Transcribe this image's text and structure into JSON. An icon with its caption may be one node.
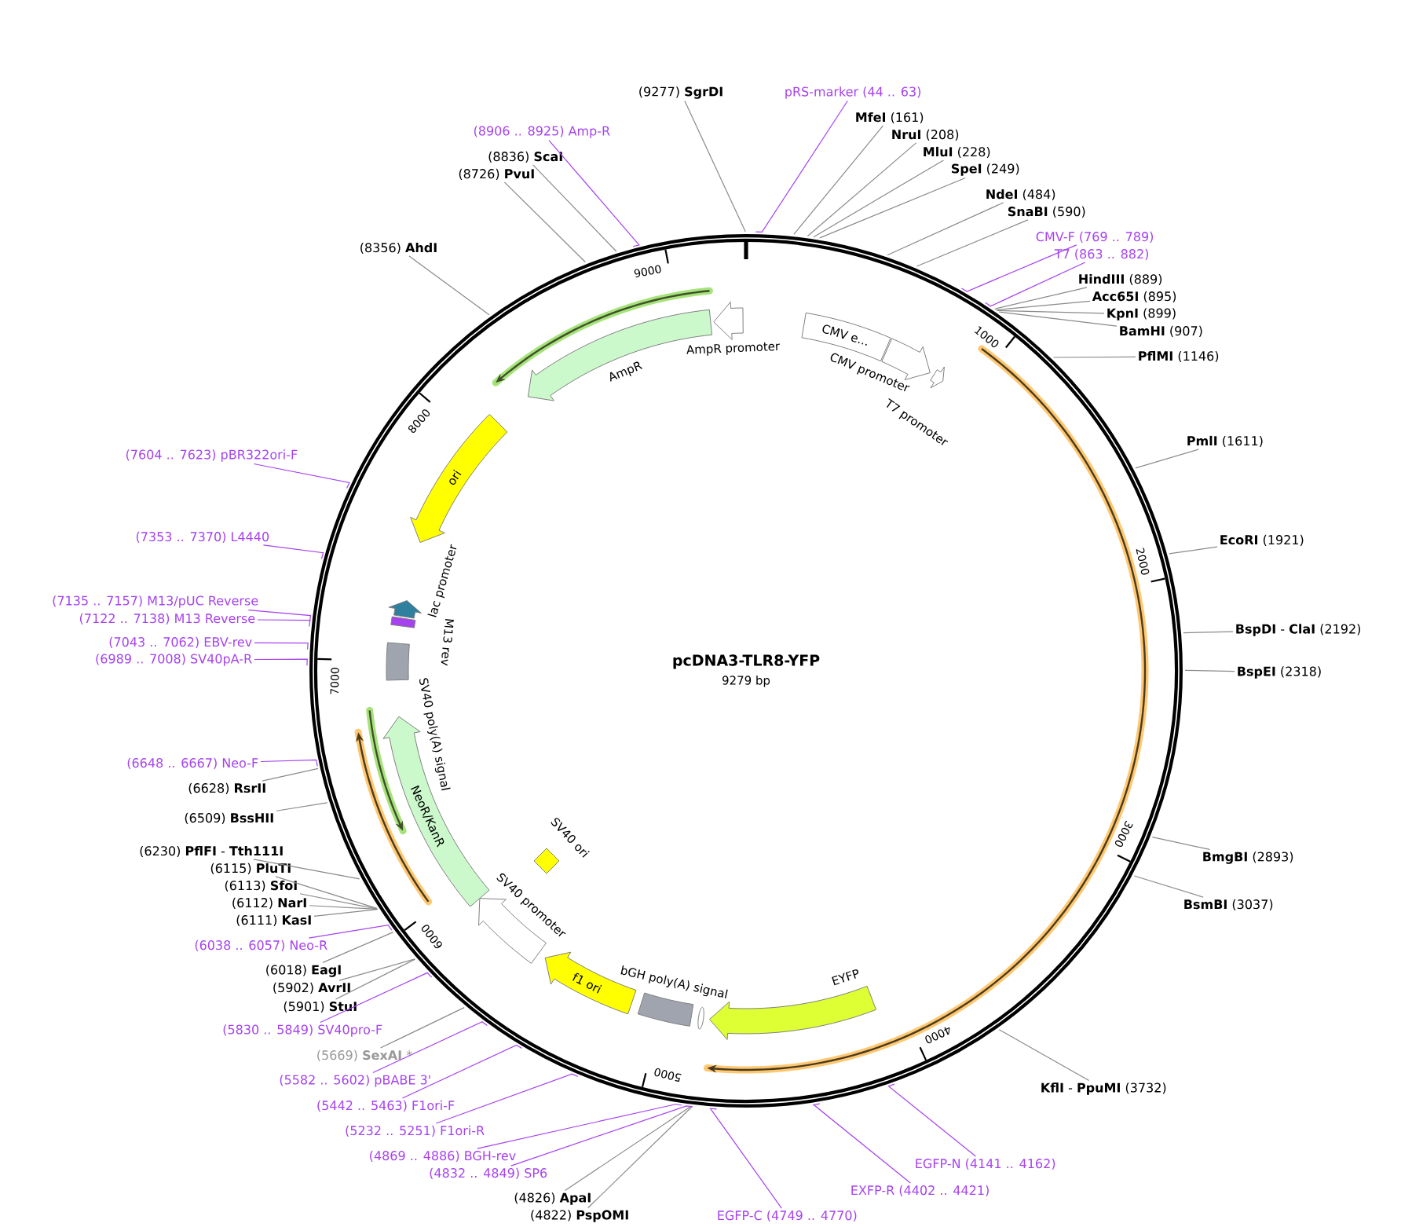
{
  "diagram": {
    "nodes": [
      {
        "text": [
          "pcDNA3-TLR8-YFP",
          "9279 bp"
        ]
      },
      {
        "text": [
          "(9277) **SgrDI**"
        ]
      },
      {
        "text": [
          "pRS-marker (44 .. 63)"
        ]
      },
      {
        "text": [
          "**MfeI** (161)"
        ]
      },
      {
        "text": [
          "**NruI** (208)"
        ]
      },
      {
        "text": [
          "**MluI** (228)"
        ]
      },
      {
        "text": [
          "**SpeI** (249)"
        ]
      },
      {
        "text": [
          "**NdeI** (484)"
        ]
      },
      {
        "text": [
          "**SnaBI** (590)"
        ]
      },
      {
        "text": [
          "CMV-F (769 .. 789)"
        ]
      },
      {
        "text": [
          "T7 (863 .. 882)"
        ]
      },
      {
        "text": [
          "**HindIII** (889)"
        ]
      },
      {
        "text": [
          "**Acc65I** (895)"
        ]
      },
      {
        "text": [
          "**KpnI** (899)"
        ]
      },
      {
        "text": [
          "**BamHI** (907)"
        ]
      },
      {
        "text": [
          "**PflMI** (1146)"
        ]
      },
      {
        "text": [
          "**PmlI** (1611)"
        ]
      },
      {
        "text": [
          "**EcoRI** (1921)"
        ]
      },
      {
        "text": [
          "**BspDI** - **ClaI** (2192)"
        ]
      },
      {
        "text": [
          "**BspEI** (2318)"
        ]
      },
      {
        "text": [
          "**BmgBI** (2893)"
        ]
      },
      {
        "text": [
          "**BsmBI** (3037)"
        ]
      },
      {
        "text": [
          "**KflI** - **PpuMI** (3732)"
        ]
      },
      {
        "text": [
          "EGFP-N (4141 .. 4162)"
        ]
      },
      {
        "text": [
          "EXFP-R (4402 .. 4421)"
        ]
      },
      {
        "text": [
          "EGFP-C (4749 .. 4770)"
        ]
      },
      {
        "text": [
          "(4822) **PspOMI**"
        ]
      },
      {
        "text": [
          "(4826) **ApaI**"
        ]
      },
      {
        "text": [
          "(4832 .. 4849) SP6"
        ]
      },
      {
        "text": [
          "(4869 .. 4886) BGH-rev"
        ]
      },
      {
        "text": [
          "(5232 .. 5251) F1ori-R"
        ]
      },
      {
        "text": [
          "(5442 .. 5463) F1ori-F"
        ]
      },
      {
        "text": [
          "(5582 .. 5602) pBABE 3'"
        ]
      },
      {
        "text": [
          "(5669) **SexAI** *"
        ]
      },
      {
        "text": [
          "(5830 .. 5849) SV40pro-F"
        ]
      },
      {
        "text": [
          "(5901) **StuI**"
        ]
      },
      {
        "text": [
          "(5902) **AvrII**"
        ]
      },
      {
        "text": [
          "(6018) **EagI**"
        ]
      },
      {
        "text": [
          "(6038 .. 6057) Neo-R"
        ]
      },
      {
        "text": [
          "(6111) **KasI**"
        ]
      },
      {
        "text": [
          "(6112) **NarI**"
        ]
      },
      {
        "text": [
          "(6113) **SfoI**"
        ]
      },
      {
        "text": [
          "(6115) **PluTI**"
        ]
      },
      {
        "text": [
          "(6230) **PflFI** - **Tth111I**"
        ]
      },
      {
        "text": [
          "(6509) **BssHII**"
        ]
      },
      {
        "text": [
          "(6628) **RsrII**"
        ]
      },
      {
        "text": [
          "(6648 .. 6667) Neo-F"
        ]
      },
      {
        "text": [
          "(6989 .. 7008) SV40pA-R"
        ]
      },
      {
        "text": [
          "(7043 .. 7062) EBV-rev"
        ]
      },
      {
        "text": [
          "(7122 .. 7138) M13 Reverse"
        ]
      },
      {
        "text": [
          "(7135 .. 7157) M13/pUC Reverse"
        ]
      },
      {
        "text": [
          "(7353 .. 7370) L4440"
        ]
      },
      {
        "text": [
          "(7604 .. 7623) pBR322ori-F"
        ]
      },
      {
        "text": [
          "(8356) **AhdI**"
        ]
      },
      {
        "text": [
          "(8726) **PvuI**"
        ]
      },
      {
        "text": [
          "(8836) **ScaI**"
        ]
      },
      {
        "text": [
          "(8906 .. 8925) Amp-R"
        ]
      },
      {
        "text": [
          "AmpR promoter"
        ],
        "in": 0
      },
      {
        "text": [
          "CMV e..."
        ],
        "in": 0
      },
      {
        "text": [
          "CMV promoter"
        ],
        "in": 0
      },
      {
        "text": [
          "T7 promoter"
        ],
        "in": 0
      },
      {
        "text": [
          "EYFP"
        ],
        "in": 0
      },
      {
        "text": [
          "bGH poly(A) signal"
        ],
        "in": 0
      },
      {
        "text": [
          "f1 ori"
        ],
        "in": 0
      },
      {
        "text": [
          "SV40 promoter"
        ],
        "in": 0
      },
      {
        "text": [
          "SV40 ori"
        ],
        "in": 0
      },
      {
        "text": [
          "NeoR/KanR"
        ],
        "in": 0
      },
      {
        "text": [
          "SV40 poly(A) signal"
        ],
        "in": 0
      },
      {
        "text": [
          "M13 rev"
        ],
        "in": 0
      },
      {
        "text": [
          "lac promoter"
        ],
        "in": 0
      },
      {
        "text": [
          "ori"
        ],
        "in": 0
      },
      {
        "text": [
          "AmpR"
        ],
        "in": 0
      }
    ],
    "edges": [
      {
        "from": 1,
        "to": 0,
        "arrow": "none"
      },
      {
        "from": 2,
        "to": 0,
        "arrow": "none",
        "color": "#a642f0"
      },
      {
        "from": 3,
        "to": 0,
        "arrow": "none"
      },
      {
        "from": 4,
        "to": 0,
        "arrow": "none"
      },
      {
        "from": 5,
        "to": 0,
        "arrow": "none"
      },
      {
        "from": 6,
        "to": 0,
        "arrow": "none"
      },
      {
        "from": 7,
        "to": 0,
        "arrow": "none"
      },
      {
        "from": 8,
        "to": 0,
        "arrow": "none"
      },
      {
        "from": 9,
        "to": 0,
        "arrow": "none",
        "color": "#a642f0"
      },
      {
        "from": 10,
        "to": 0,
        "arrow": "none",
        "color": "#a642f0"
      },
      {
        "from": 11,
        "to": 0,
        "arrow": "none"
      },
      {
        "from": 12,
        "to": 0,
        "arrow": "none"
      },
      {
        "from": 13,
        "to": 0,
        "arrow": "none"
      },
      {
        "from": 14,
        "to": 0,
        "arrow": "none"
      },
      {
        "from": 15,
        "to": 0,
        "arrow": "none"
      },
      {
        "from": 16,
        "to": 0,
        "arrow": "none"
      },
      {
        "from": 17,
        "to": 0,
        "arrow": "none"
      },
      {
        "from": 18,
        "to": 0,
        "arrow": "none"
      },
      {
        "from": 19,
        "to": 0,
        "arrow": "none"
      },
      {
        "from": 20,
        "to": 0,
        "arrow": "none"
      },
      {
        "from": 21,
        "to": 0,
        "arrow": "none"
      },
      {
        "from": 22,
        "to": 0,
        "arrow": "none"
      },
      {
        "from": 23,
        "to": 0,
        "arrow": "none",
        "color": "#a642f0"
      },
      {
        "from": 24,
        "to": 0,
        "arrow": "none",
        "color": "#a642f0"
      },
      {
        "from": 25,
        "to": 0,
        "arrow": "none",
        "color": "#a642f0"
      },
      {
        "from": 26,
        "to": 0,
        "arrow": "none"
      },
      {
        "from": 27,
        "to": 0,
        "arrow": "none"
      },
      {
        "from": 28,
        "to": 0,
        "arrow": "none",
        "color": "#a642f0"
      },
      {
        "from": 29,
        "to": 0,
        "arrow": "none",
        "color": "#a642f0"
      },
      {
        "from": 30,
        "to": 0,
        "arrow": "none",
        "color": "#a642f0"
      },
      {
        "from": 31,
        "to": 0,
        "arrow": "none",
        "color": "#a642f0"
      },
      {
        "from": 32,
        "to": 0,
        "arrow": "none",
        "color": "#a642f0"
      },
      {
        "from": 33,
        "to": 0,
        "arrow": "none"
      },
      {
        "from": 34,
        "to": 0,
        "arrow": "none",
        "color": "#a642f0"
      },
      {
        "from": 35,
        "to": 0,
        "arrow": "none"
      },
      {
        "from": 36,
        "to": 0,
        "arrow": "none"
      },
      {
        "from": 37,
        "to": 0,
        "arrow": "none"
      },
      {
        "from": 38,
        "to": 0,
        "arrow": "none",
        "color": "#a642f0"
      },
      {
        "from": 39,
        "to": 0,
        "arrow": "none"
      },
      {
        "from": 40,
        "to": 0,
        "arrow": "none"
      },
      {
        "from": 41,
        "to": 0,
        "arrow": "none"
      },
      {
        "from": 42,
        "to": 0,
        "arrow": "none"
      },
      {
        "from": 43,
        "to": 0,
        "arrow": "none"
      },
      {
        "from": 44,
        "to": 0,
        "arrow": "none"
      },
      {
        "from": 45,
        "to": 0,
        "arrow": "none"
      },
      {
        "from": 46,
        "to": 0,
        "arrow": "none",
        "color": "#a642f0"
      },
      {
        "from": 47,
        "to": 0,
        "arrow": "none",
        "color": "#a642f0"
      },
      {
        "from": 48,
        "to": 0,
        "arrow": "none",
        "color": "#a642f0"
      },
      {
        "from": 49,
        "to": 0,
        "arrow": "none",
        "color": "#a642f0"
      },
      {
        "from": 50,
        "to": 0,
        "arrow": "none",
        "color": "#a642f0"
      },
      {
        "from": 51,
        "to": 0,
        "arrow": "none",
        "color": "#a642f0"
      },
      {
        "from": 52,
        "to": 0,
        "arrow": "none",
        "color": "#a642f0"
      },
      {
        "from": 53,
        "to": 0,
        "arrow": "none"
      },
      {
        "from": 54,
        "to": 0,
        "arrow": "none"
      },
      {
        "from": 55,
        "to": 0,
        "arrow": "none"
      },
      {
        "from": 56,
        "to": 0,
        "arrow": "none",
        "color": "#a642f0"
      }
    ],
    "labels": [
      "1000",
      "2000",
      "3000",
      "4000",
      "5000",
      "6000",
      "7000",
      "8000",
      "9000"
    ]
  }
}
